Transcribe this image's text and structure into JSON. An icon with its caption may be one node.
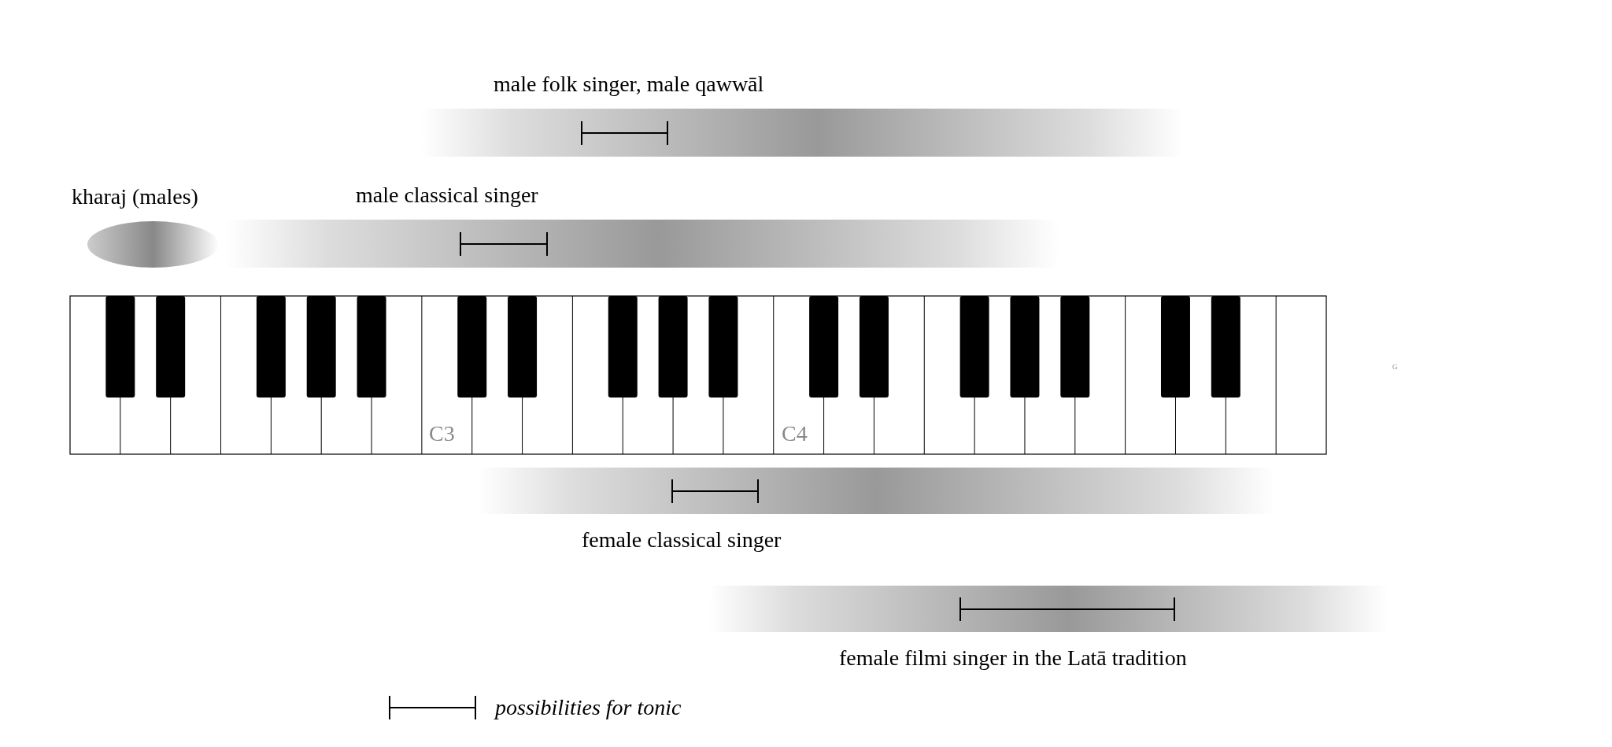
{
  "diagram": {
    "nodes": [
      {
        "text": [
          "male folk singer, male qawwāl"
        ]
      },
      {
        "text": [
          "kharaj (males)"
        ]
      },
      {
        "text": [
          "male classical singer"
        ]
      },
      {
        "text": [
          "female classical singer"
        ]
      },
      {
        "text": [
          "female filmi singer in the Latā tradition"
        ]
      }
    ],
    "labels": [
      "C3",
      "C4",
      "G"
    ],
    "legend": [
      {
        "text": "possibilities for tonic"
      }
    ]
  }
}
